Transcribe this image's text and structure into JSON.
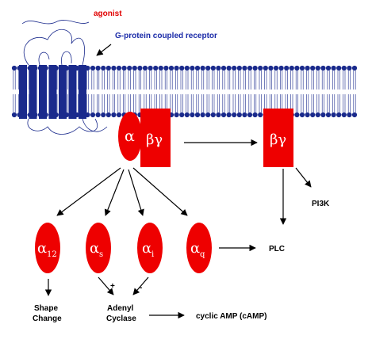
{
  "colors": {
    "receptor": "#1a2a8c",
    "membrane": "#1a2a8c",
    "protein": "#ee0000",
    "agonist_text": "#e00000",
    "receptor_text": "#1a2aa8"
  },
  "labels": {
    "agonist": "agonist",
    "receptor": "G-protein coupled receptor",
    "alpha": "α",
    "betagamma": "βγ",
    "betagamma_right": "βγ",
    "pi3k": "PI3K",
    "plc": "PLC",
    "shape_change_line1": "Shape",
    "shape_change_line2": "Change",
    "adenyl_line1": "Adenyl",
    "adenyl_line2": "Cyclase",
    "camp": "cyclic AMP (cAMP)",
    "plus": "+",
    "minus": "-"
  },
  "subunits": [
    {
      "symbol": "α",
      "subscript": "12"
    },
    {
      "symbol": "α",
      "subscript": "s"
    },
    {
      "symbol": "α",
      "subscript": "i"
    },
    {
      "symbol": "α",
      "subscript": "q"
    }
  ]
}
